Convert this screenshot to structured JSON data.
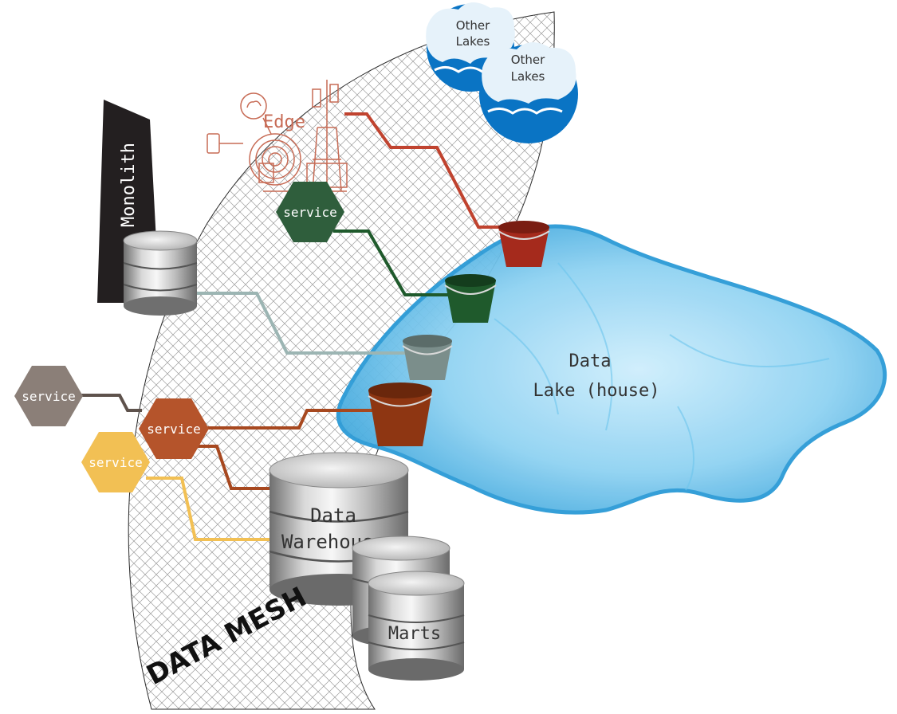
{
  "labels": {
    "monolith": "Monolith",
    "edge": "Edge",
    "lake_line1": "Data",
    "lake_line2": "Lake (house)",
    "warehouse_line1": "Data",
    "warehouse_line2": "Warehouse",
    "marts": "Marts",
    "mesh_title": "DATA MESH"
  },
  "other_lakes": [
    {
      "line1": "Other",
      "line2": "Lakes"
    },
    {
      "line1": "Other",
      "line2": "Lakes"
    }
  ],
  "services": [
    {
      "label": "service",
      "color": "#2f5e3c"
    },
    {
      "label": "service",
      "color": "#8b7f78"
    },
    {
      "label": "service",
      "color": "#b5542b"
    },
    {
      "label": "service",
      "color": "#f2c054"
    }
  ],
  "colors": {
    "red_bucket": "#a52a1c",
    "green_bucket": "#1f5a2c",
    "gray_bucket": "#7b8e8b",
    "orange_bucket": "#8e3612",
    "edge_sketch": "#c76b55",
    "lake_blue": "#4fb3e3",
    "monolith": "#231f20",
    "cloud_blue": "#0a74c4"
  }
}
